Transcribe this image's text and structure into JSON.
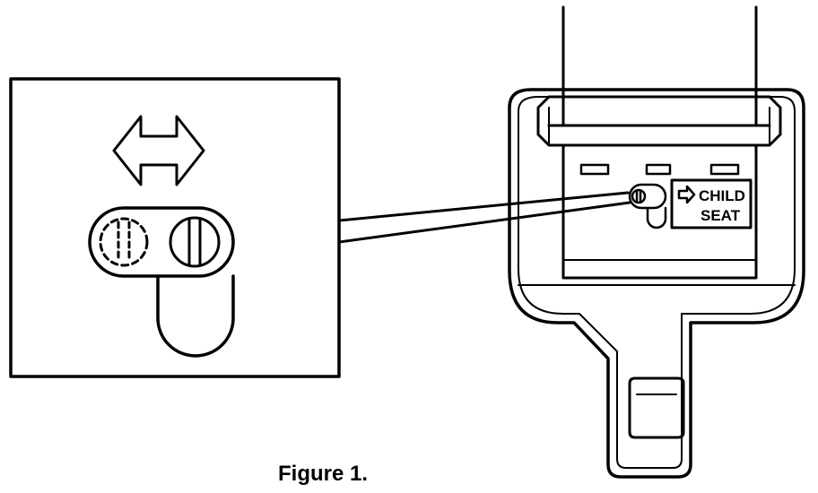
{
  "figure": {
    "caption": "Figure 1.",
    "buckle_label_line1": "CHILD",
    "buckle_label_line2": "SEAT"
  },
  "icons": {
    "arrow": "left-right-double-arrow-icon",
    "switch": "slotted-switch-icon",
    "label_arrow": "right-arrow-icon"
  },
  "colors": {
    "ink": "#000000",
    "paper": "#ffffff"
  }
}
